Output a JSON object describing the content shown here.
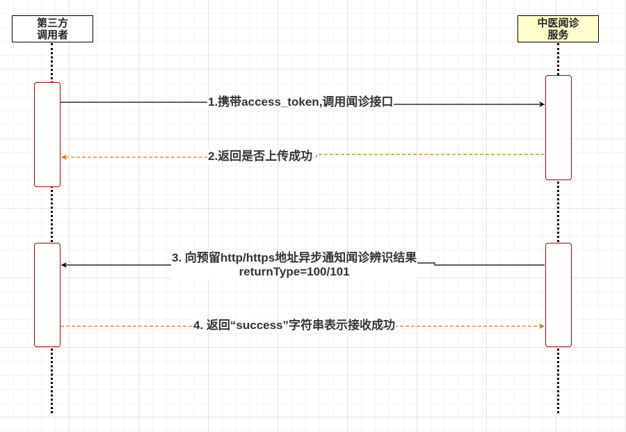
{
  "actors": [
    {
      "id": "a",
      "label": "第三方\n调用者",
      "fill": "#ffffff"
    },
    {
      "id": "b",
      "label": "中医闻诊\n服务",
      "fill": "#ffffcc"
    }
  ],
  "messages": [
    {
      "label": "1.携带access_token,调用闻诊接口",
      "style": "solid",
      "color": "#000000"
    },
    {
      "label": "2.返回是否上传成功",
      "style": "dashed",
      "color": "#d07a1e"
    },
    {
      "label_line1": "3. 向预留http/https地址异步通知闻诊辨识结果",
      "label_line2": "returnType=100/101",
      "style": "solid",
      "color": "#000000"
    },
    {
      "label": "4. 返回“success”字符串表示接收成功",
      "style": "dashed",
      "color": "#d07a1e"
    }
  ],
  "colors": {
    "activation_border": "#b00000",
    "return_arrow": "#d07a1e"
  }
}
